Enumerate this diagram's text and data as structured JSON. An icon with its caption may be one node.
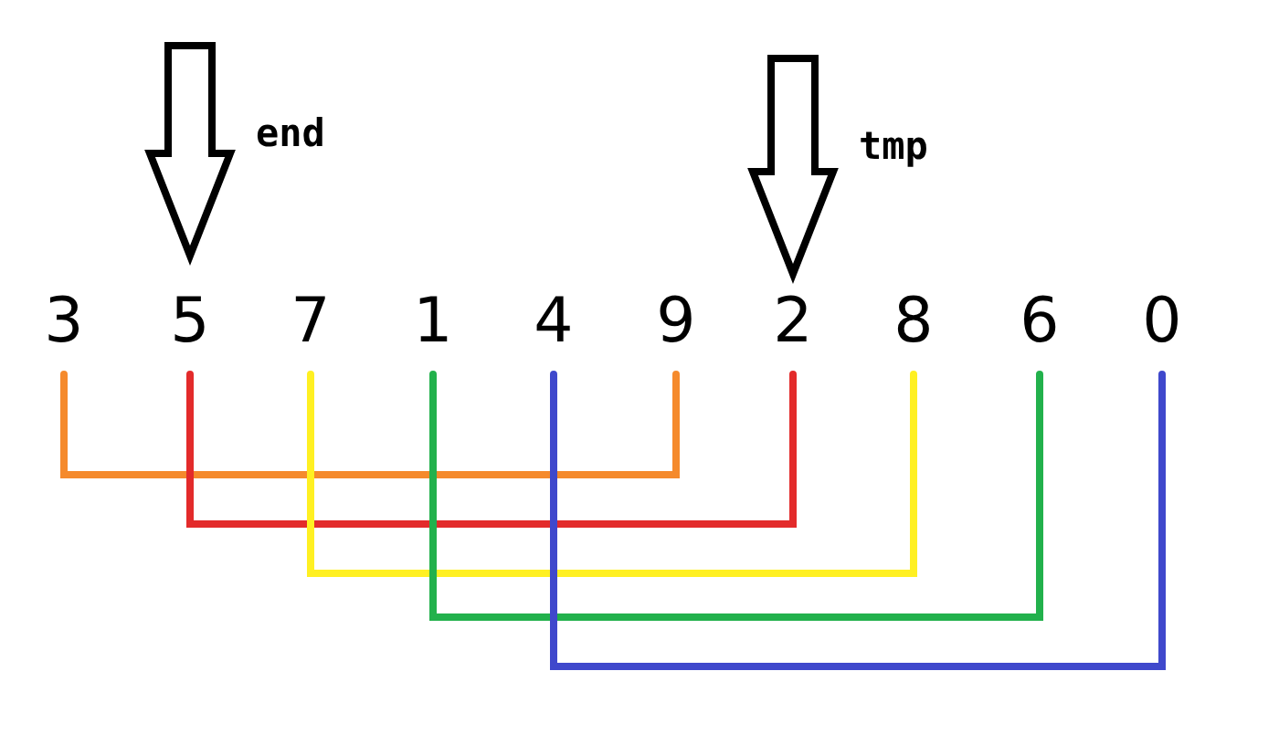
{
  "diagram": {
    "nodes": [
      {
        "text": [
          "3"
        ]
      },
      {
        "text": [
          "5"
        ]
      },
      {
        "text": [
          "7"
        ]
      },
      {
        "text": [
          "1"
        ]
      },
      {
        "text": [
          "4"
        ]
      },
      {
        "text": [
          "9"
        ]
      },
      {
        "text": [
          "2"
        ]
      },
      {
        "text": [
          "8"
        ]
      },
      {
        "text": [
          "6"
        ]
      },
      {
        "text": [
          "0"
        ]
      }
    ],
    "edges": [
      {
        "from": null,
        "to": 1,
        "arrow": "to",
        "label": "end"
      },
      {
        "from": null,
        "to": 6,
        "arrow": "to",
        "label": "tmp"
      },
      {
        "from": 0,
        "to": 5,
        "arrow": "none",
        "color": "#f58a2c"
      },
      {
        "from": 1,
        "to": 6,
        "arrow": "none",
        "color": "#e32b2b"
      },
      {
        "from": 2,
        "to": 7,
        "arrow": "none",
        "color": "#fff022"
      },
      {
        "from": 3,
        "to": 8,
        "arrow": "none",
        "color": "#22b14c"
      },
      {
        "from": 4,
        "to": 9,
        "arrow": "none",
        "color": "#3f48cc"
      }
    ]
  }
}
